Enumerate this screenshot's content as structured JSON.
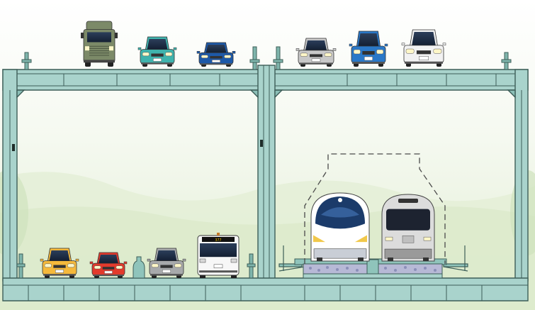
{
  "scene": {
    "sky_top": "#ffffff",
    "sky_bottom": "#e4efd8",
    "hill_color": "#d7e9c5",
    "structure_fill": "#a9d3cc",
    "structure_dark": "#8cbfb7",
    "structure_stroke": "#3d5e58",
    "ground_color": "#9fcbc3"
  },
  "upper_deck": {
    "vehicles": [
      {
        "kind": "truck",
        "color": "#7c8a68",
        "icon": "truck-icon"
      },
      {
        "kind": "car",
        "color": "#3fb3ad",
        "icon": "car-icon"
      },
      {
        "kind": "car",
        "color": "#1d59a8",
        "icon": "car-icon"
      },
      {
        "kind": "car",
        "color": "#c8c8c8",
        "icon": "car-icon"
      },
      {
        "kind": "car",
        "color": "#2a78c8",
        "icon": "car-icon"
      },
      {
        "kind": "car",
        "color": "#f2f2f2",
        "icon": "car-icon"
      }
    ]
  },
  "lower_left": {
    "vehicles": [
      {
        "kind": "car",
        "color": "#f5b93b",
        "icon": "car-icon"
      },
      {
        "kind": "car",
        "color": "#e23a2c",
        "icon": "car-icon"
      },
      {
        "kind": "car",
        "color": "#a7a9ab",
        "icon": "car-icon"
      },
      {
        "kind": "bus",
        "color": "#f7f7f7",
        "icon": "bus-icon",
        "route_number": "377"
      }
    ]
  },
  "lower_right": {
    "trains": [
      {
        "style": "bullet",
        "body_color": "#ffffff",
        "accent": "#1b3b6a",
        "icon": "train-icon"
      },
      {
        "style": "metro",
        "body_color": "#dcdcdc",
        "accent": "#333333",
        "icon": "train-icon"
      }
    ]
  }
}
